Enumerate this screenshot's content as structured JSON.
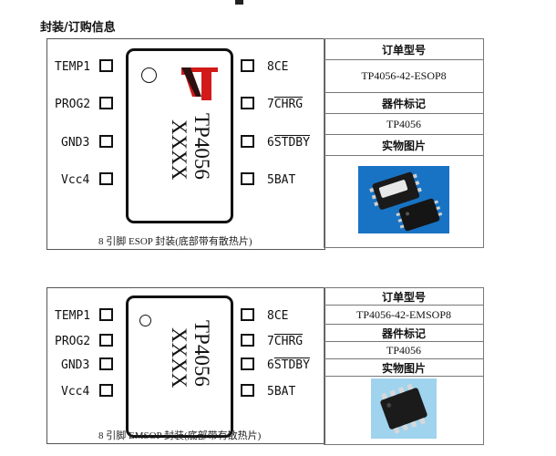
{
  "section_title": "封装/订购信息",
  "packages": [
    {
      "pins_left": [
        "TEMP1",
        "PROG2",
        "GND3",
        "Vcc4"
      ],
      "pins_right": [
        {
          "num": "8",
          "name": "CE",
          "overline": false
        },
        {
          "num": "7",
          "name": "CHRG",
          "overline": true
        },
        {
          "num": "6",
          "name": "STDBY",
          "overline": true
        },
        {
          "num": "5",
          "name": "BAT",
          "overline": false
        }
      ],
      "chip_line1": "TP4056",
      "chip_line2": "XXXX",
      "caption": "8 引脚 ESOP 封装(底部带有散热片)",
      "order": {
        "order_header": "订单型号",
        "order_value": "TP4056-42-ESOP8",
        "marking_header": "器件标记",
        "marking_value": "TP4056",
        "photo_header": "实物图片"
      }
    },
    {
      "pins_left": [
        "TEMP1",
        "PROG2",
        "GND3",
        "Vcc4"
      ],
      "pins_right": [
        {
          "num": "8",
          "name": "CE",
          "overline": false
        },
        {
          "num": "7",
          "name": "CHRG",
          "overline": true
        },
        {
          "num": "6",
          "name": "STDBY",
          "overline": true
        },
        {
          "num": "5",
          "name": "BAT",
          "overline": false
        }
      ],
      "chip_line1": "TP4056",
      "chip_line2": "XXXX",
      "caption": "8 引脚 EMSOP 封装(底部带有散热片)",
      "order": {
        "order_header": "订单型号",
        "order_value": "TP4056-42-EMSOP8",
        "marking_header": "器件标记",
        "marking_value": "TP4056",
        "photo_header": "实物图片"
      }
    }
  ]
}
